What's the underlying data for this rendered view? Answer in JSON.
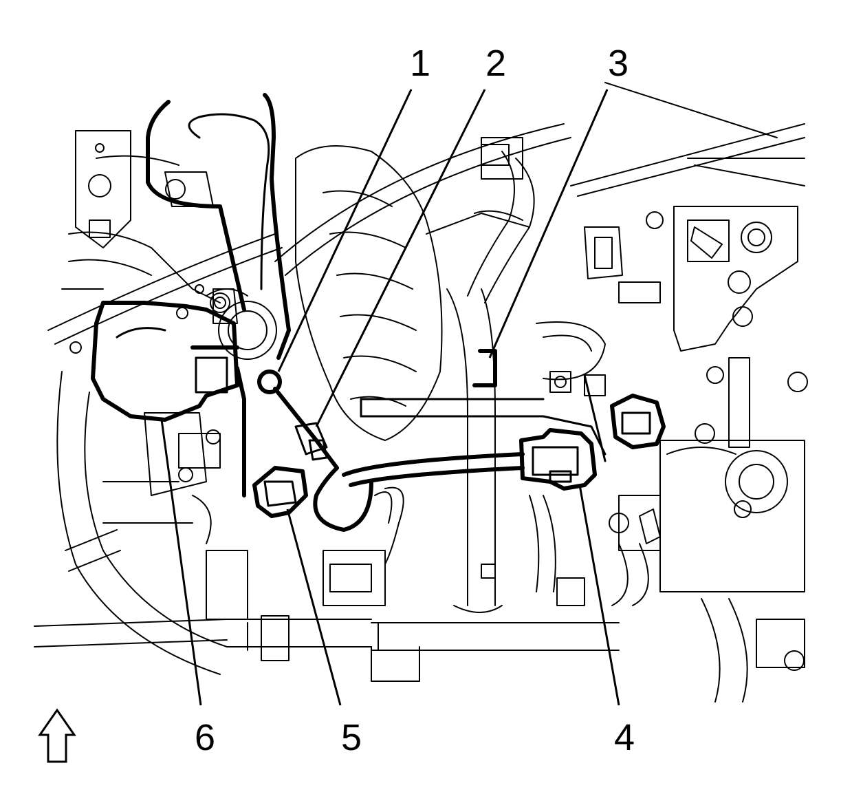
{
  "callouts": [
    {
      "id": "1",
      "label": "1"
    },
    {
      "id": "2",
      "label": "2"
    },
    {
      "id": "3",
      "label": "3"
    },
    {
      "id": "4",
      "label": "4"
    },
    {
      "id": "5",
      "label": "5"
    },
    {
      "id": "6",
      "label": "6"
    }
  ],
  "icons": {
    "orientation_arrow": "up-arrow-icon"
  },
  "colors": {
    "line": "#000000",
    "background": "#ffffff"
  }
}
